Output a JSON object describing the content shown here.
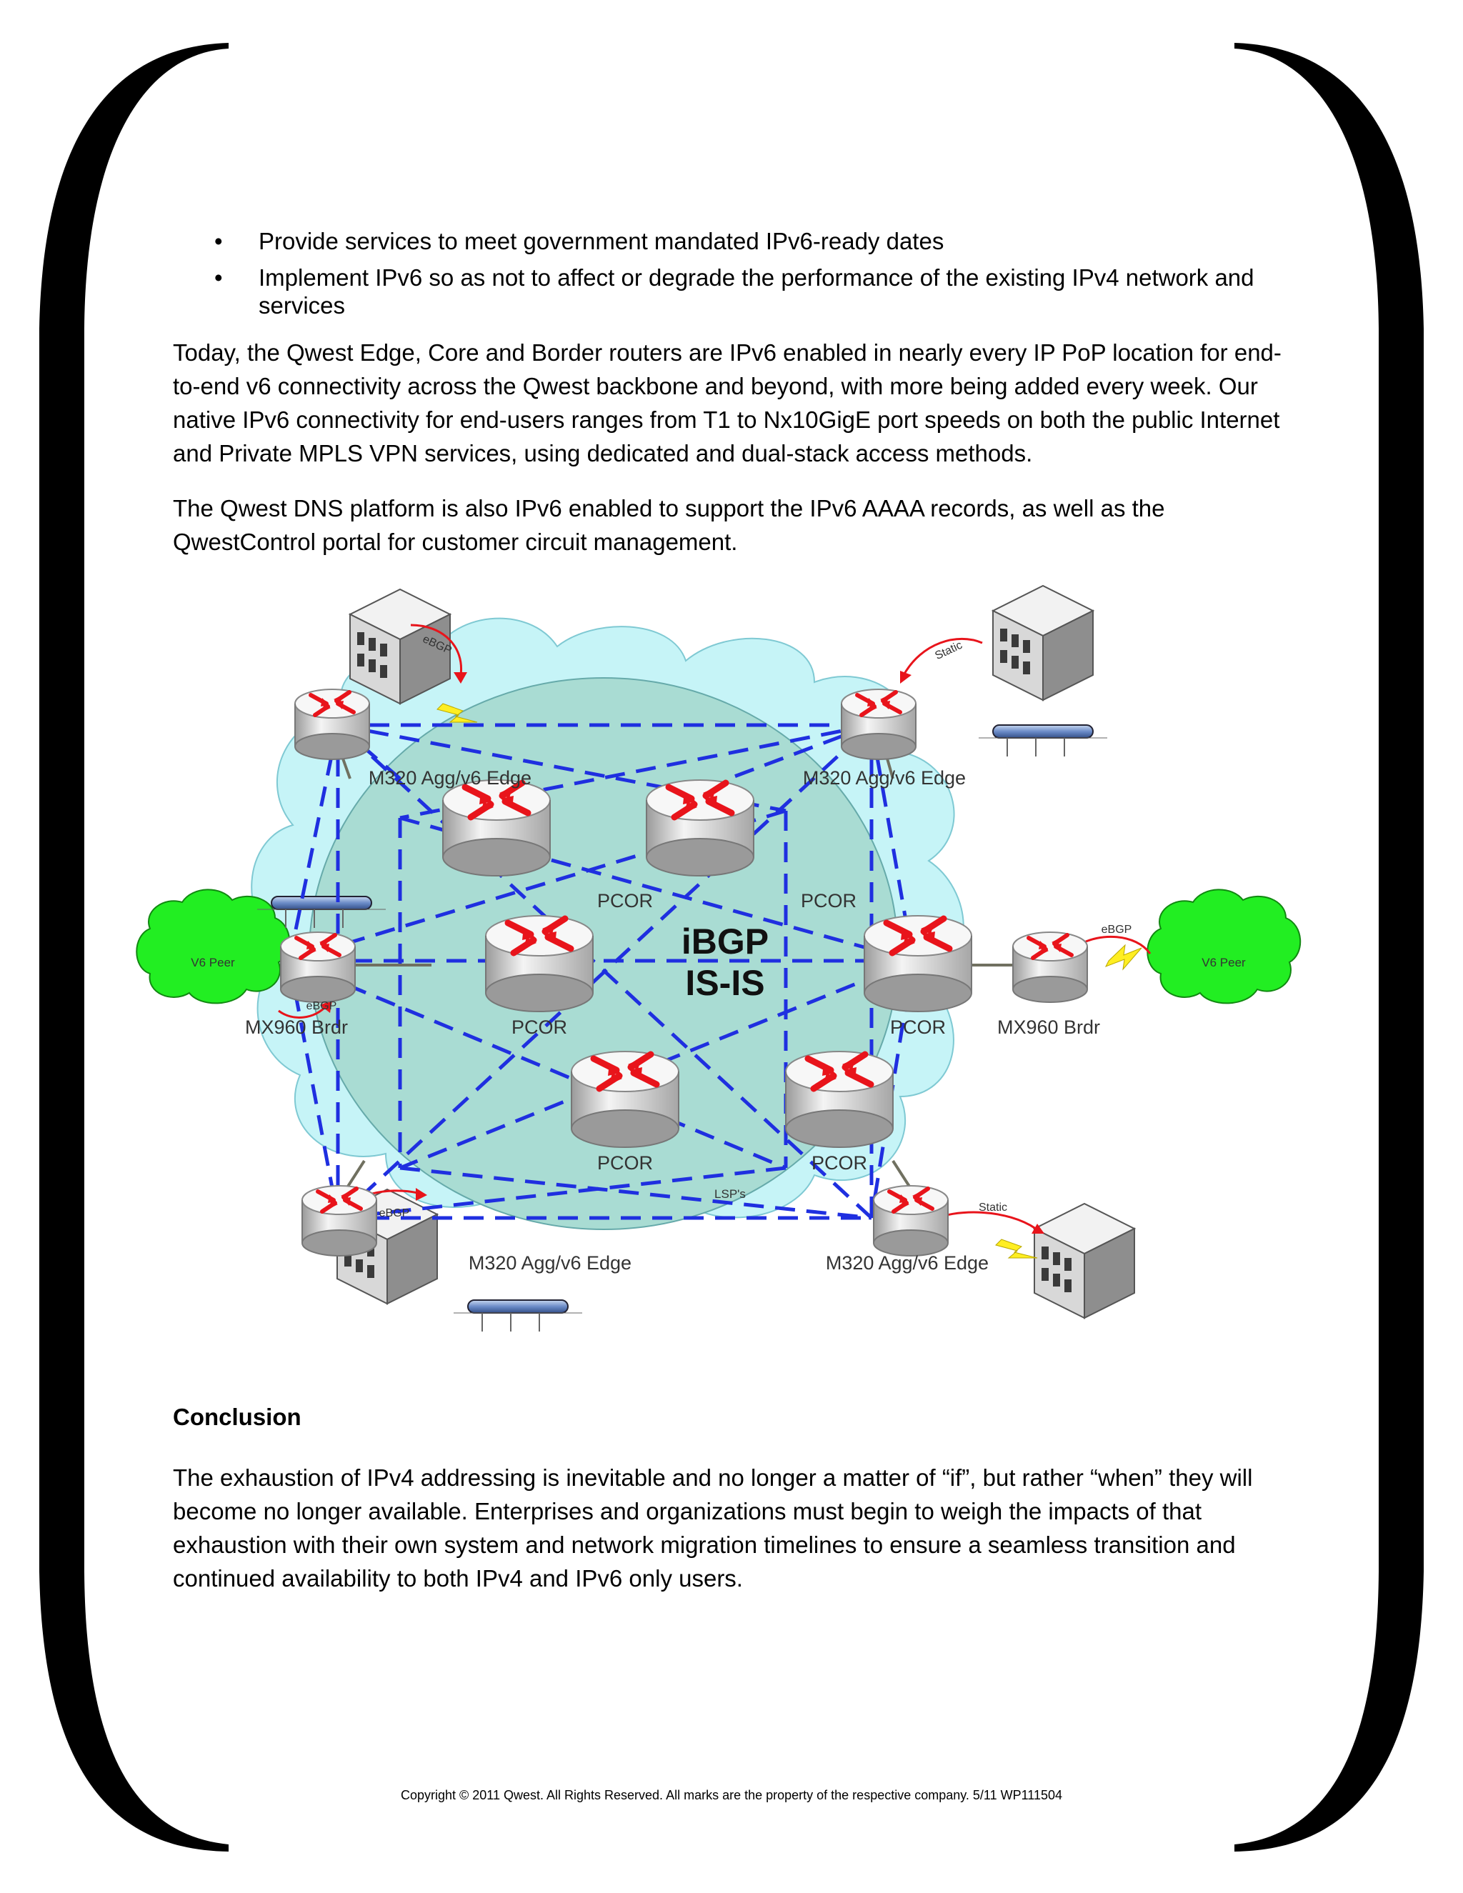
{
  "bullets": [
    "Provide services to meet government mandated IPv6-ready dates",
    "Implement IPv6 so as not to affect or degrade the performance of the existing IPv4 network and services"
  ],
  "bullet_glyph": "•",
  "paragraphs": {
    "p1": "Today, the Qwest Edge, Core and Border routers are IPv6 enabled in nearly every IP PoP location for end-to-end v6 connectivity across the Qwest backbone and beyond, with more being added every week. Our native IPv6 connectivity for end-users ranges from T1 to Nx10GigE port speeds on both the public Internet and Private MPLS VPN services, using dedicated and dual-stack access methods.",
    "p2": "The Qwest DNS platform is also IPv6 enabled to support the IPv6 AAAA records, as well as the QwestControl portal for customer circuit management."
  },
  "diagram": {
    "center_title_1": "iBGP",
    "center_title_2": "IS-IS",
    "lsp_label": "LSP's",
    "edge_label": "M320 Agg/v6 Edge",
    "border_label": "MX960 Brdr",
    "core_label": "PCOR",
    "peer_label": "V6 Peer",
    "ebgp_label": "eBGP",
    "static_label": "Static",
    "colors": {
      "lsp_line": "#1f2fe0",
      "inner_ellipse": "#a9dcd3",
      "outer_cloud": "#c6f4f7",
      "peer_cloud": "#22ee22",
      "router_arrow": "#e8141b",
      "lightning": "#ffee22"
    }
  },
  "conclusion": {
    "heading": "Conclusion",
    "text": "The exhaustion of IPv4 addressing is inevitable and no longer a matter of “if”, but rather “when” they will become no longer available. Enterprises and organizations must begin to weigh the impacts of that exhaustion with their own system and network migration timelines to ensure a seamless transition and continued availability to both IPv4 and IPv6 only users."
  },
  "footer": "Copyright © 2011 Qwest. All Rights Reserved. All marks are the property of the respective company. 5/11 WP111504"
}
